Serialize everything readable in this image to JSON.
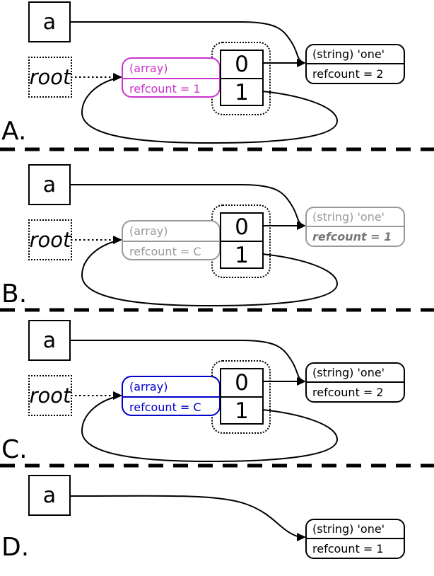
{
  "panels": [
    {
      "label": "A.",
      "a_box": {
        "label": "a"
      },
      "root_box": {
        "label": "root"
      },
      "array_box": {
        "title": "(array)",
        "refcount": "refcount = 1",
        "accent_color": "#cc33cc"
      },
      "cells": [
        "0",
        "1"
      ],
      "string_box": {
        "title": "(string) 'one'",
        "refcount": "refcount = 2"
      }
    },
    {
      "label": "B.",
      "a_box": {
        "label": "a"
      },
      "root_box": {
        "label": "root"
      },
      "array_box": {
        "title": "(array)",
        "refcount": "refcount = C",
        "accent_color": "#999999"
      },
      "cells": [
        "0",
        "1"
      ],
      "string_box": {
        "title": "(string) 'one'",
        "refcount": "refcount = 1"
      }
    },
    {
      "label": "C.",
      "a_box": {
        "label": "a"
      },
      "root_box": {
        "label": "root"
      },
      "array_box": {
        "title": "(array)",
        "refcount": "refcount = C",
        "accent_color": "#0000cc"
      },
      "cells": [
        "0",
        "1"
      ],
      "string_box": {
        "title": "(string) 'one'",
        "refcount": "refcount = 2"
      }
    },
    {
      "label": "D.",
      "a_box": {
        "label": "a"
      },
      "string_box": {
        "title": "(string) 'one'",
        "refcount": "refcount = 1"
      }
    }
  ],
  "colors": {
    "array_accent_a": "#cc33cc",
    "array_accent_b": "#999999",
    "array_accent_c": "#0000cc",
    "line": "#000000",
    "background": "#ffffff"
  }
}
